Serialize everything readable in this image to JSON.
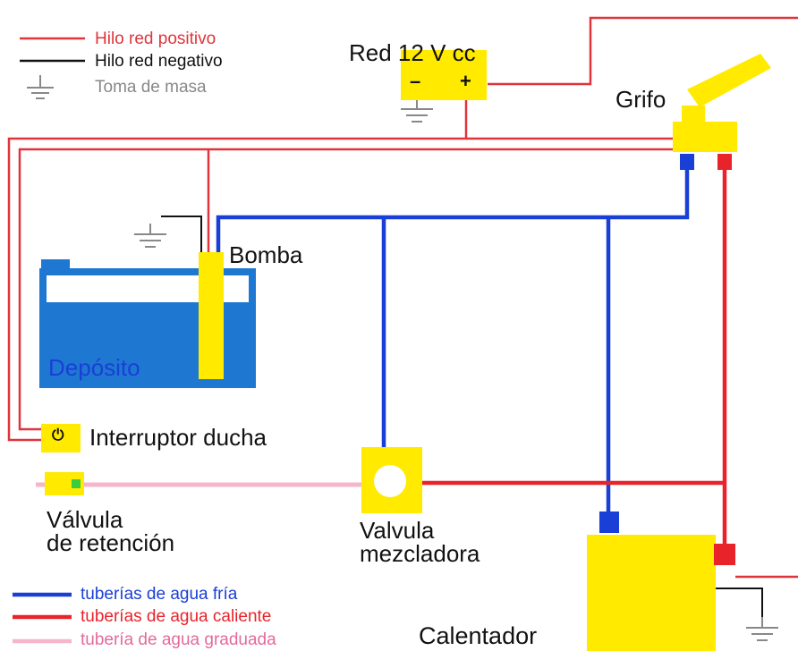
{
  "legend_top": {
    "positive": "Hilo red positivo",
    "negative": "Hilo red negativo",
    "ground": "Toma de masa"
  },
  "legend_bottom": {
    "cold": "tuberías de agua fría",
    "hot": "tuberías de agua caliente",
    "graded": "tubería de agua graduada"
  },
  "power": {
    "label": "Red 12 V cc",
    "minus": "–",
    "plus": "+"
  },
  "components": {
    "tap": "Grifo",
    "pump": "Bomba",
    "tank": "Depósito",
    "shower_switch": "Interruptor ducha",
    "check_valve_line1": "Válvula",
    "check_valve_line2": "de retención",
    "mixer_line1": "Valvula",
    "mixer_line2": "mezcladora",
    "heater": "Calentador"
  },
  "switch_symbol": "⏻",
  "colors": {
    "positive_wire": "#e0343c",
    "negative_wire": "#111111",
    "ground": "#888888",
    "cold_pipe": "#1a3fd6",
    "hot_pipe": "#e8232a",
    "graded_pipe": "#f4b6c8",
    "component_yellow": "#ffea00",
    "tank_blue": "#1e78d2"
  }
}
